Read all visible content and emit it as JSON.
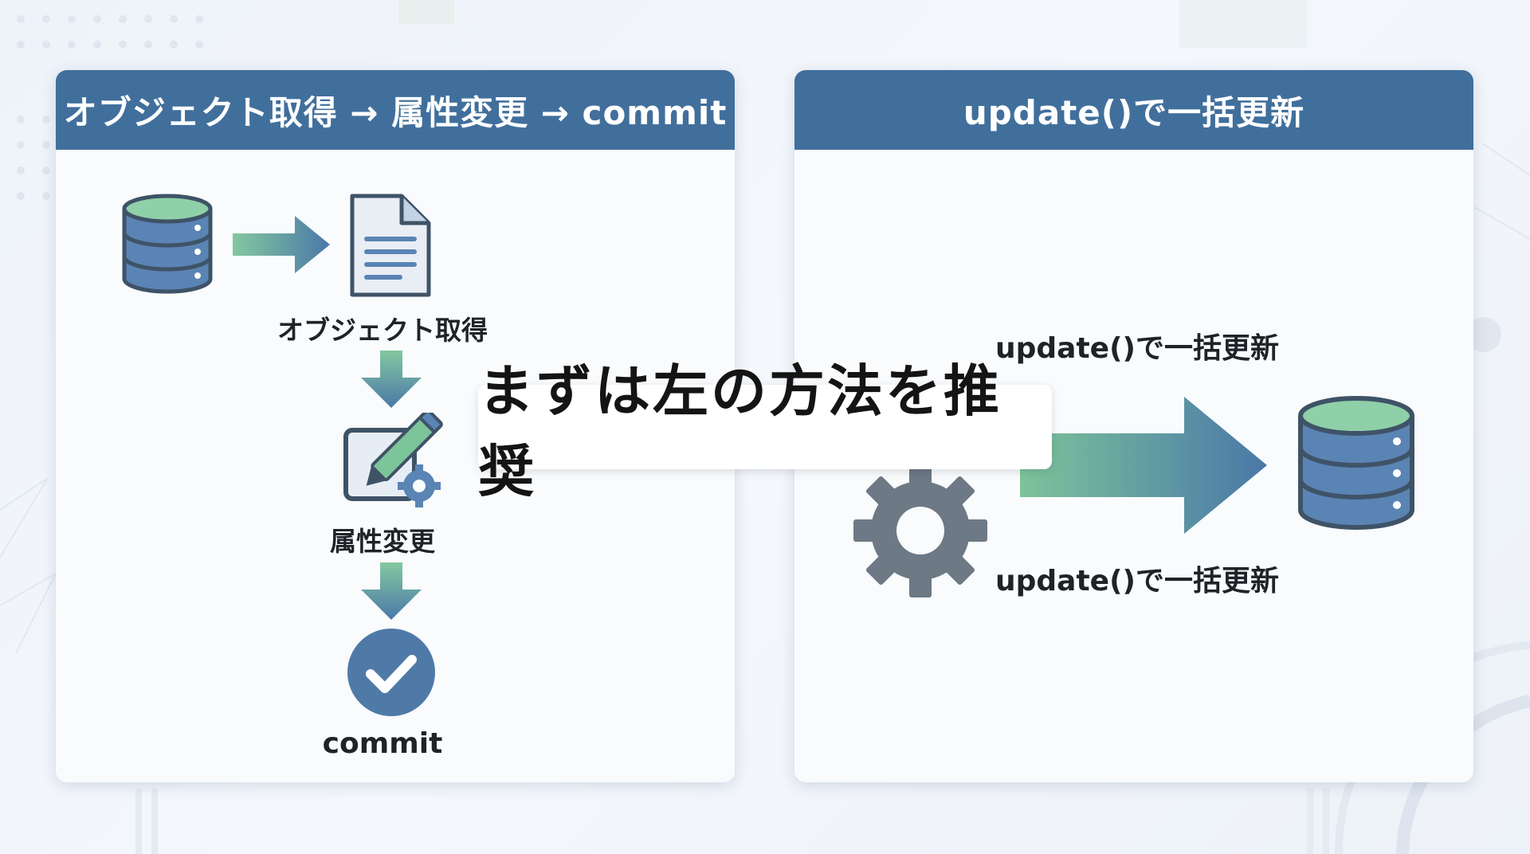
{
  "left_panel": {
    "header": "オブジェクト取得 → 属性変更 → commit",
    "steps": [
      {
        "label": "オブジェクト取得",
        "icon": "document-icon"
      },
      {
        "label": "属性変更",
        "icon": "edit-settings-icon"
      },
      {
        "label": "commit",
        "icon": "check-circle-icon"
      }
    ],
    "source_icon": "database-icon"
  },
  "right_panel": {
    "header": "update()で一括更新",
    "label_top": "update()で一括更新",
    "label_bottom": "update()で一括更新",
    "icons": [
      "gear-icon",
      "arrow-right-icon",
      "database-icon"
    ]
  },
  "caption": "まずは左の方法を推奨",
  "colors": {
    "header_bg": "#416f9c",
    "db_blue": "#5a84b4",
    "db_top": "#8fd0a8",
    "accent_green": "#7cc49a",
    "dark_outline": "#3f5367"
  }
}
